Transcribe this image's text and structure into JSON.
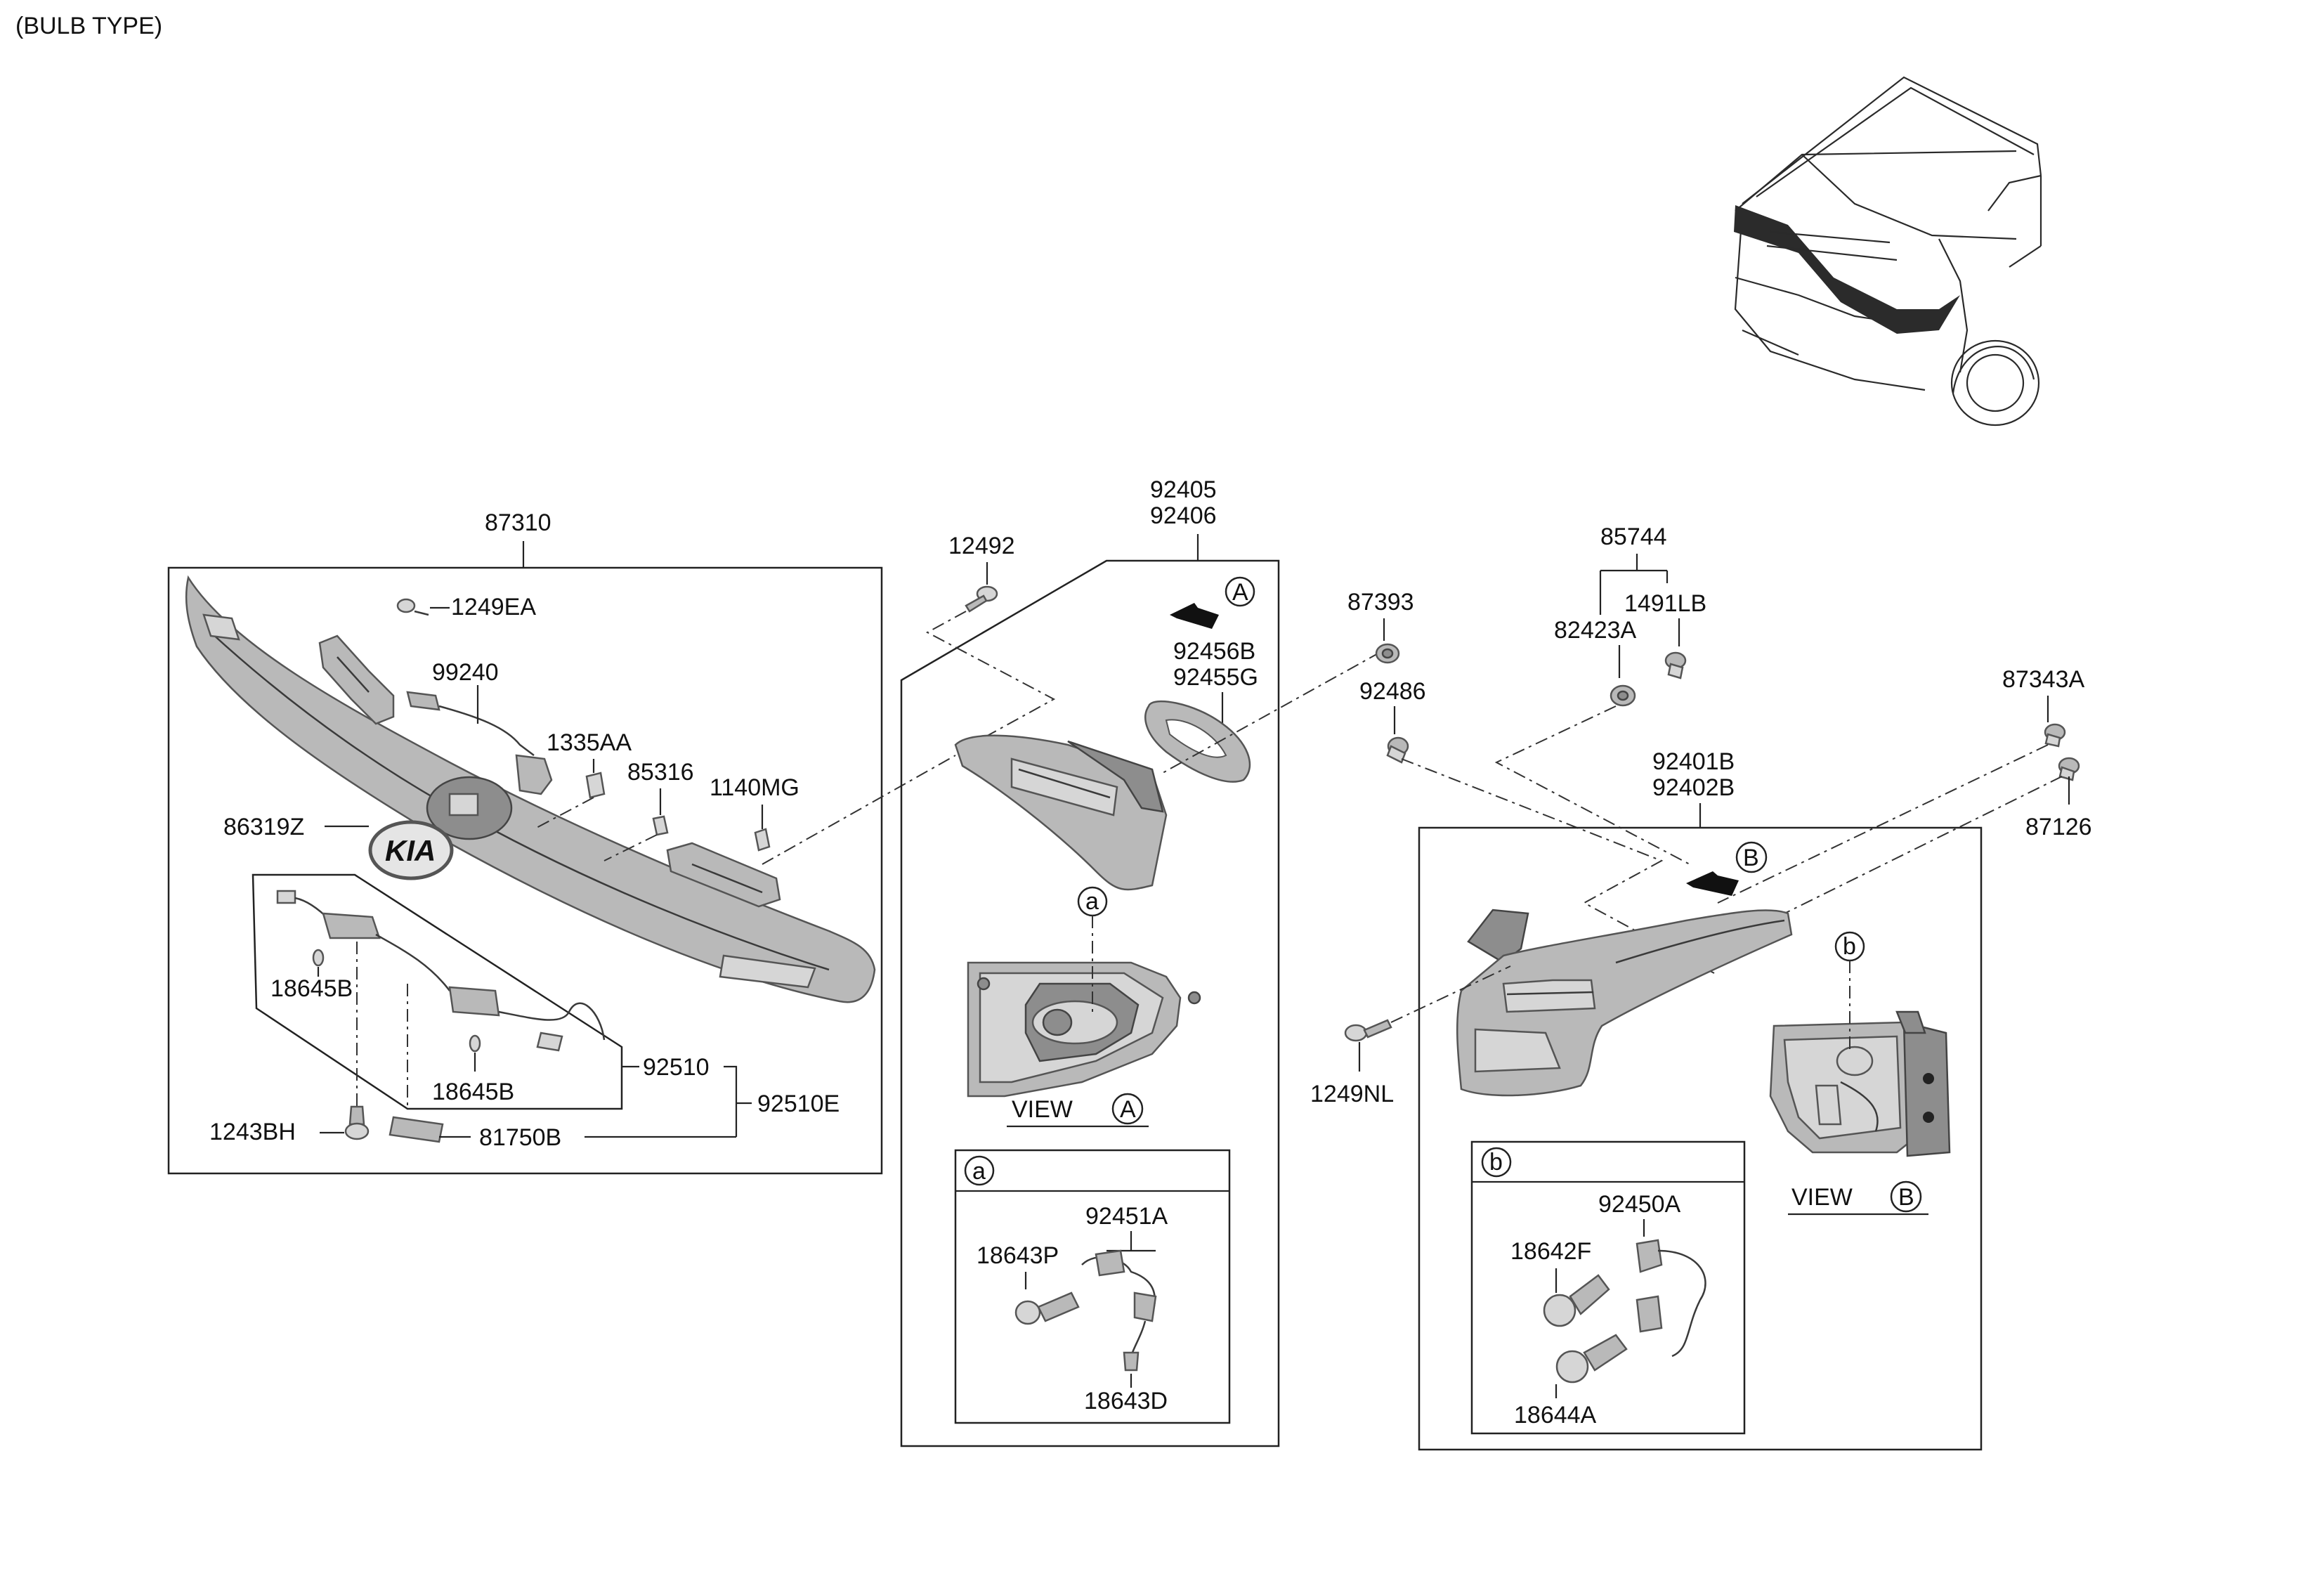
{
  "header": {
    "title": "(BULB TYPE)"
  },
  "groups": {
    "trim": {
      "number": "87310"
    },
    "inner_lamp": {
      "numbers": [
        "92405",
        "92406"
      ]
    },
    "outer_lamp": {
      "numbers": [
        "92401B",
        "92402B"
      ]
    },
    "bracket": {
      "number": "85744"
    }
  },
  "labels": {
    "p1249EA": "1249EA",
    "p99240": "99240",
    "p1335AA": "1335AA",
    "p85316": "85316",
    "p1140MG": "1140MG",
    "p86319Z": "86319Z",
    "p18645B_1": "18645B",
    "p18645B_2": "18645B",
    "p92510": "92510",
    "p92510E": "92510E",
    "p1243BH": "1243BH",
    "p81750B": "81750B",
    "p12492": "12492",
    "p92456B": "92456B",
    "p92455G": "92455G",
    "p87393": "87393",
    "p92486": "92486",
    "p82423A": "82423A",
    "p1491LB": "1491LB",
    "p87343A": "87343A",
    "p87126": "87126",
    "p1249NL": "1249NL",
    "p92451A": "92451A",
    "p18643P": "18643P",
    "p18643D": "18643D",
    "p92450A": "92450A",
    "p18642F": "18642F",
    "p18644A": "18644A"
  },
  "views": {
    "view_a": {
      "text": "VIEW",
      "letter": "A"
    },
    "view_b": {
      "text": "VIEW",
      "letter": "B"
    }
  },
  "callouts": {
    "arrow_a": "A",
    "arrow_b": "B",
    "detail_a": "a",
    "detail_b": "b",
    "box_a": "a",
    "box_b": "b"
  },
  "emblem": {
    "text": "KIA"
  }
}
